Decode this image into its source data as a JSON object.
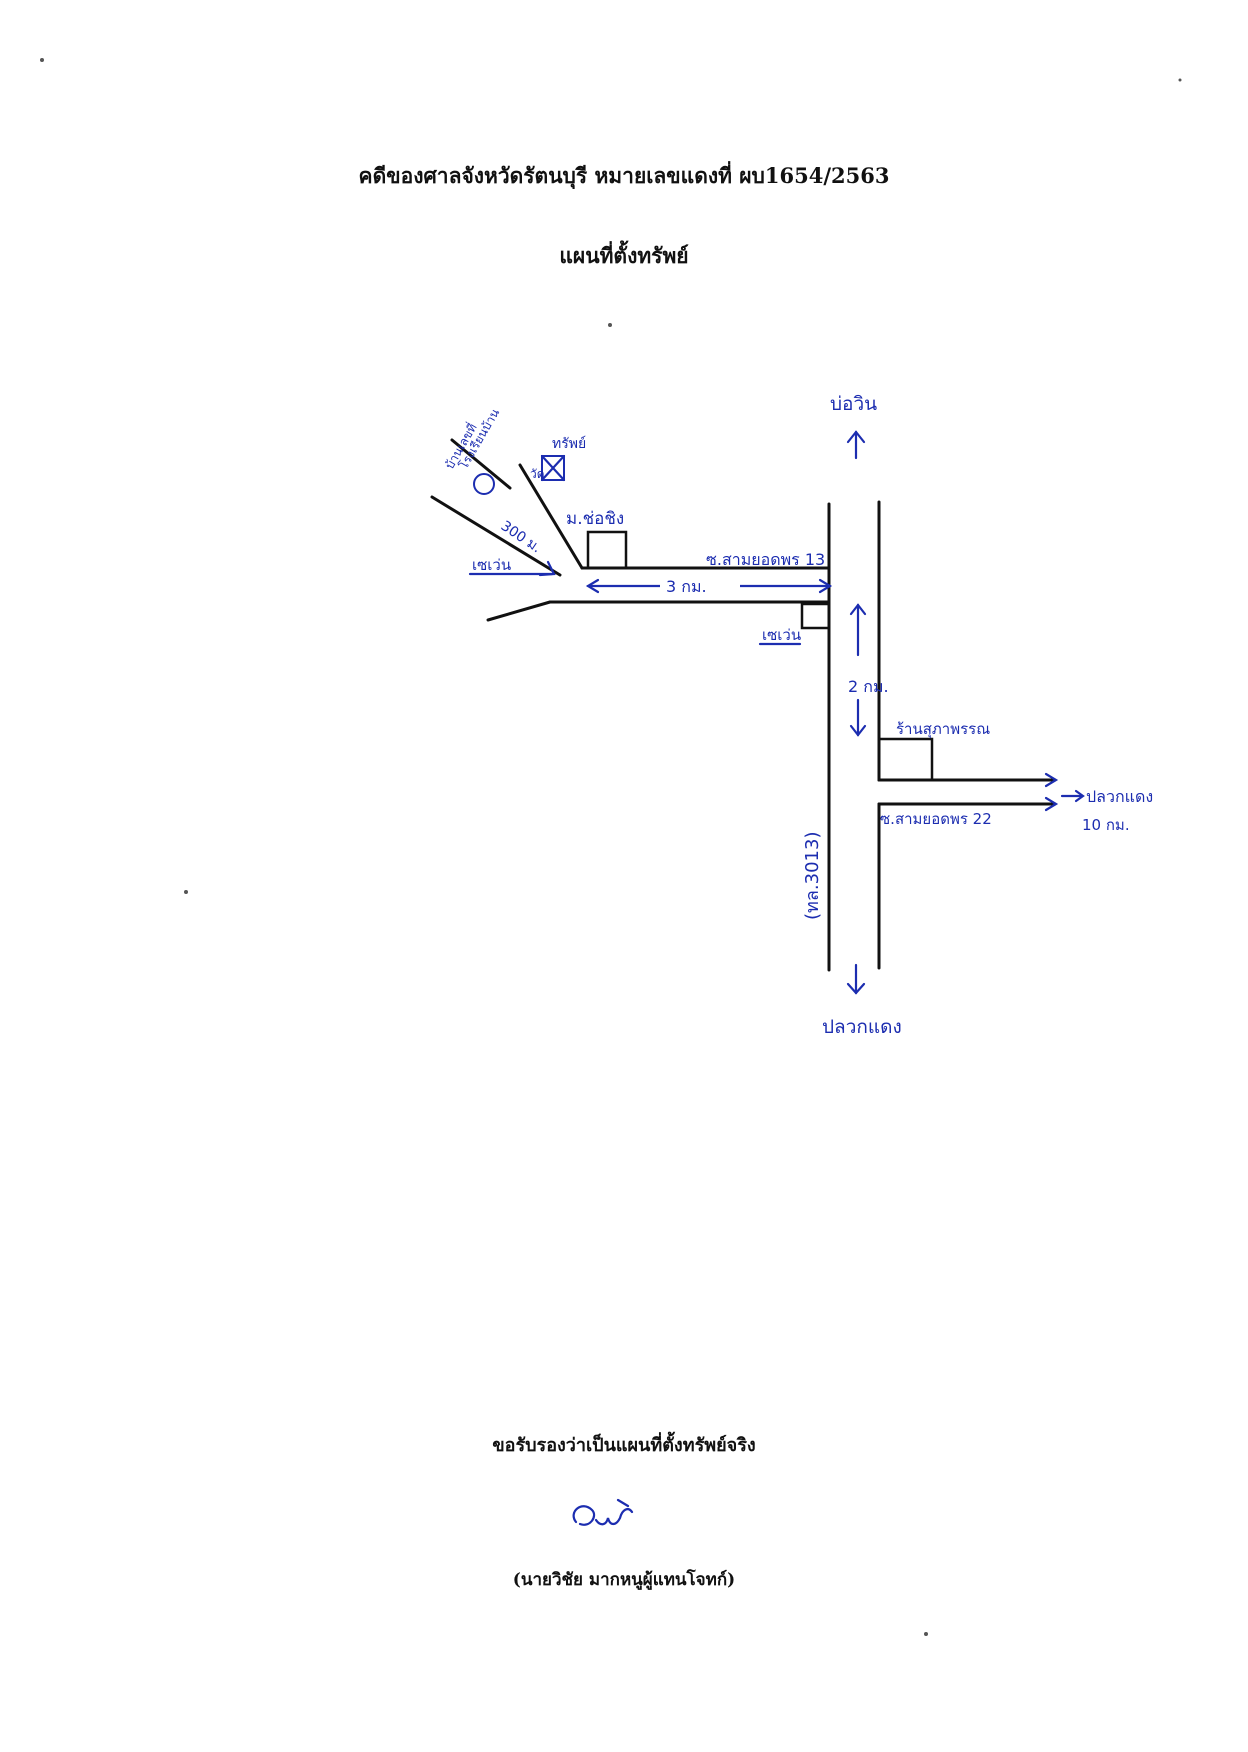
{
  "document": {
    "title": "คดีของศาลจังหวัดรัตนบุรี หมายเลขแดงที่ ผบ1654/2563",
    "subtitle": "แผนที่ตั้งทรัพย์",
    "certification": "ขอรับรองว่าเป็นแผนที่ตั้งทรัพย์จริง",
    "signatory": "(นายวิชัย มากหนูผู้แทนโจทก์)"
  },
  "map_labels": {
    "north_destination": "บ่อวิน",
    "south_destination": "ปลวกแดง",
    "east_destination": "ปลวกแดง",
    "east_distance": "10 กม.",
    "highway": "(ทล.3013)",
    "soi_north": "ซ.สามยอดพร 13",
    "soi_south": "ซ.สามยอดพร 22",
    "distance_3km": "3 กม.",
    "distance_2km": "2 กม.",
    "distance_300m": "300 ม.",
    "village": "ม.ช่อชิง",
    "junction_shop_west": "เซเว่น",
    "junction_shop_east": "เซเว่น",
    "property_marker_top": "ทรัพย์",
    "property_marker_left": "บ้านเลขที่",
    "temple_label": "วัด",
    "school_label": "โรงเรียนบ้าน",
    "store_label": "ร้านสุภาพรรณ"
  },
  "colors": {
    "ink": "#1c2db0",
    "print": "#111111"
  }
}
